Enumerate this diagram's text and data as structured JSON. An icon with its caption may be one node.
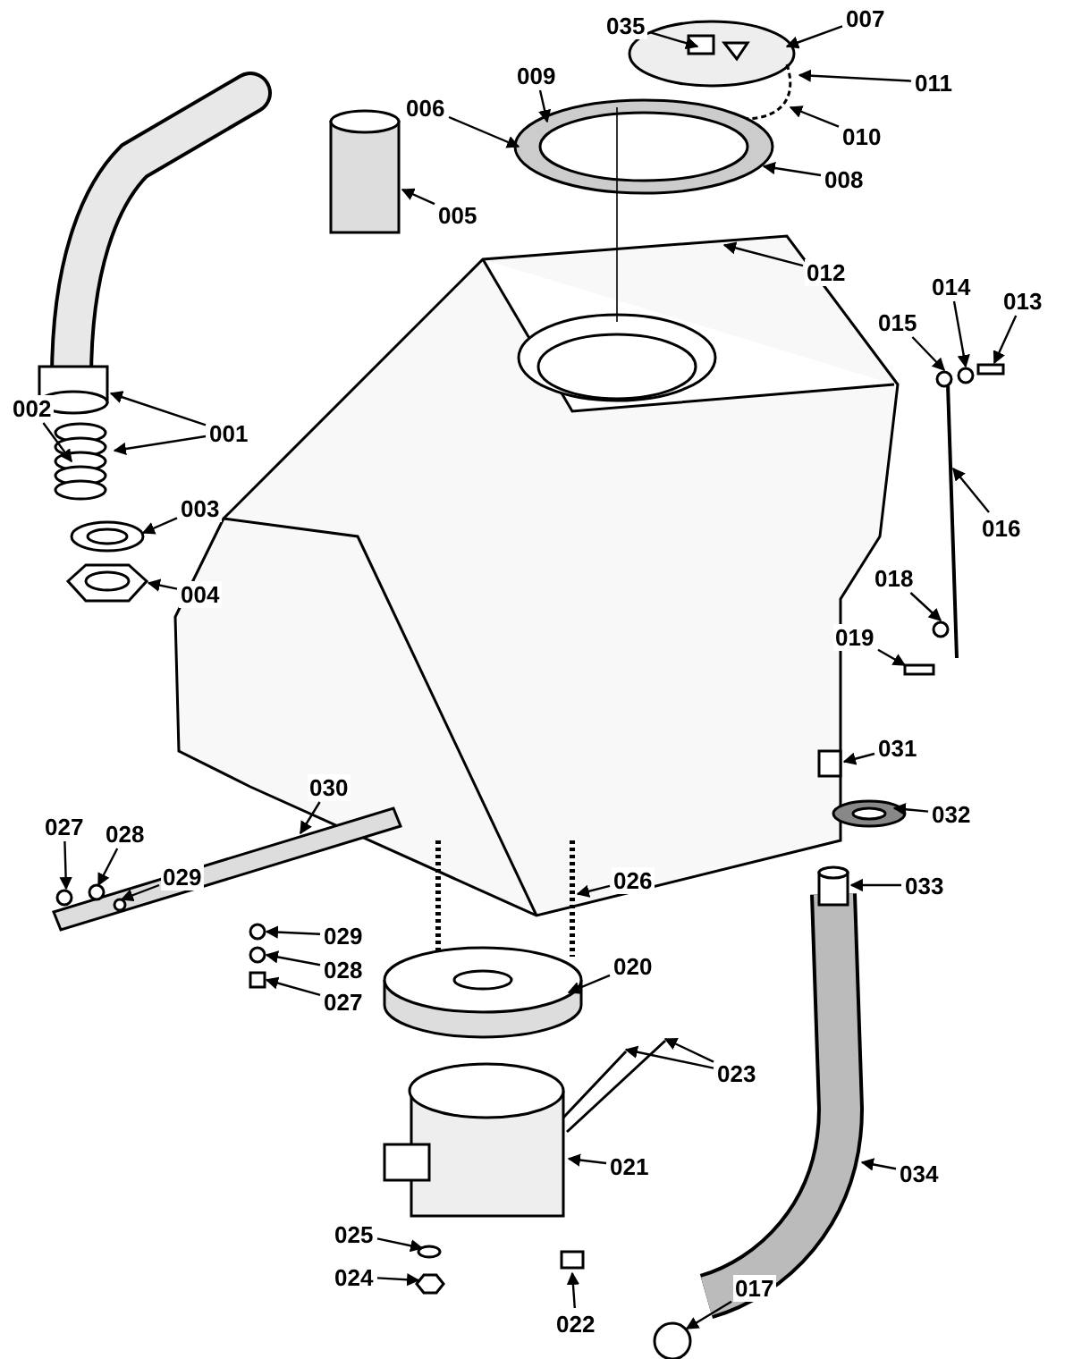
{
  "diagram": {
    "nodes": [
      {
        "text": [
          "035"
        ]
      },
      {
        "text": [
          "007"
        ]
      },
      {
        "text": [
          "010"
        ]
      },
      {
        "text": [
          "011"
        ]
      },
      {
        "text": [
          "006"
        ]
      },
      {
        "text": [
          "009"
        ]
      },
      {
        "text": [
          "005"
        ]
      },
      {
        "text": [
          "008"
        ]
      },
      {
        "text": [
          "012"
        ]
      },
      {
        "text": [
          "015"
        ]
      },
      {
        "text": [
          "014"
        ]
      },
      {
        "text": [
          "013"
        ]
      },
      {
        "text": [
          "001"
        ]
      },
      {
        "text": [
          "002"
        ]
      },
      {
        "text": [
          "016"
        ]
      },
      {
        "text": [
          "003"
        ]
      },
      {
        "text": [
          "004"
        ]
      },
      {
        "text": [
          "018"
        ]
      },
      {
        "text": [
          "019"
        ]
      },
      {
        "text": [
          "031"
        ]
      },
      {
        "text": [
          "032"
        ]
      },
      {
        "text": [
          "027"
        ]
      },
      {
        "text": [
          "030"
        ]
      },
      {
        "text": [
          "028"
        ]
      },
      {
        "text": [
          "029"
        ]
      },
      {
        "text": [
          "033"
        ]
      },
      {
        "text": [
          "026"
        ]
      },
      {
        "text": [
          "029"
        ]
      },
      {
        "text": [
          "028"
        ]
      },
      {
        "text": [
          "020"
        ]
      },
      {
        "text": [
          "027"
        ]
      },
      {
        "text": [
          "021"
        ]
      },
      {
        "text": [
          "023"
        ]
      },
      {
        "text": [
          "034"
        ]
      },
      {
        "text": [
          "025"
        ]
      },
      {
        "text": [
          "017"
        ]
      },
      {
        "text": [
          "024"
        ]
      },
      {
        "text": [
          "022"
        ]
      }
    ],
    "edges": [
      {
        "from": 0,
        "to": null,
        "arrow": "to"
      },
      {
        "from": 1,
        "to": null,
        "arrow": "to"
      },
      {
        "from": 2,
        "to": null,
        "arrow": "to"
      },
      {
        "from": 3,
        "to": null,
        "arrow": "to"
      },
      {
        "from": 4,
        "to": null,
        "arrow": "to"
      },
      {
        "from": 5,
        "to": null,
        "arrow": "to"
      },
      {
        "from": 6,
        "to": null,
        "arrow": "to"
      },
      {
        "from": 7,
        "to": null,
        "arrow": "to"
      },
      {
        "from": 8,
        "to": null,
        "arrow": "to"
      },
      {
        "from": 9,
        "to": null,
        "arrow": "to"
      },
      {
        "from": 10,
        "to": null,
        "arrow": "to"
      },
      {
        "from": 11,
        "to": null,
        "arrow": "to"
      },
      {
        "from": 12,
        "to": null,
        "arrow": "to"
      },
      {
        "from": 12,
        "to": null,
        "arrow": "to"
      },
      {
        "from": 13,
        "to": null,
        "arrow": "to"
      },
      {
        "from": 14,
        "to": null,
        "arrow": "to"
      },
      {
        "from": 15,
        "to": null,
        "arrow": "to"
      },
      {
        "from": 16,
        "to": null,
        "arrow": "to"
      },
      {
        "from": 17,
        "to": null,
        "arrow": "to"
      },
      {
        "from": 18,
        "to": null,
        "arrow": "to"
      },
      {
        "from": 19,
        "to": null,
        "arrow": "to"
      },
      {
        "from": 20,
        "to": null,
        "arrow": "to"
      },
      {
        "from": 21,
        "to": null,
        "arrow": "to"
      },
      {
        "from": 22,
        "to": null,
        "arrow": "to"
      },
      {
        "from": 23,
        "to": null,
        "arrow": "to"
      },
      {
        "from": 24,
        "to": null,
        "arrow": "to"
      },
      {
        "from": 25,
        "to": null,
        "arrow": "to"
      },
      {
        "from": 26,
        "to": null,
        "arrow": "to"
      },
      {
        "from": 27,
        "to": null,
        "arrow": "to"
      },
      {
        "from": 28,
        "to": null,
        "arrow": "to"
      },
      {
        "from": 29,
        "to": null,
        "arrow": "to"
      },
      {
        "from": 30,
        "to": null,
        "arrow": "to"
      },
      {
        "from": 31,
        "to": null,
        "arrow": "to"
      },
      {
        "from": 32,
        "to": null,
        "arrow": "to"
      },
      {
        "from": 32,
        "to": null,
        "arrow": "to"
      },
      {
        "from": 33,
        "to": null,
        "arrow": "to"
      },
      {
        "from": 34,
        "to": null,
        "arrow": "to"
      },
      {
        "from": 35,
        "to": null,
        "arrow": "to"
      },
      {
        "from": 36,
        "to": null,
        "arrow": "to"
      },
      {
        "from": 37,
        "to": null,
        "arrow": "to"
      }
    ]
  }
}
